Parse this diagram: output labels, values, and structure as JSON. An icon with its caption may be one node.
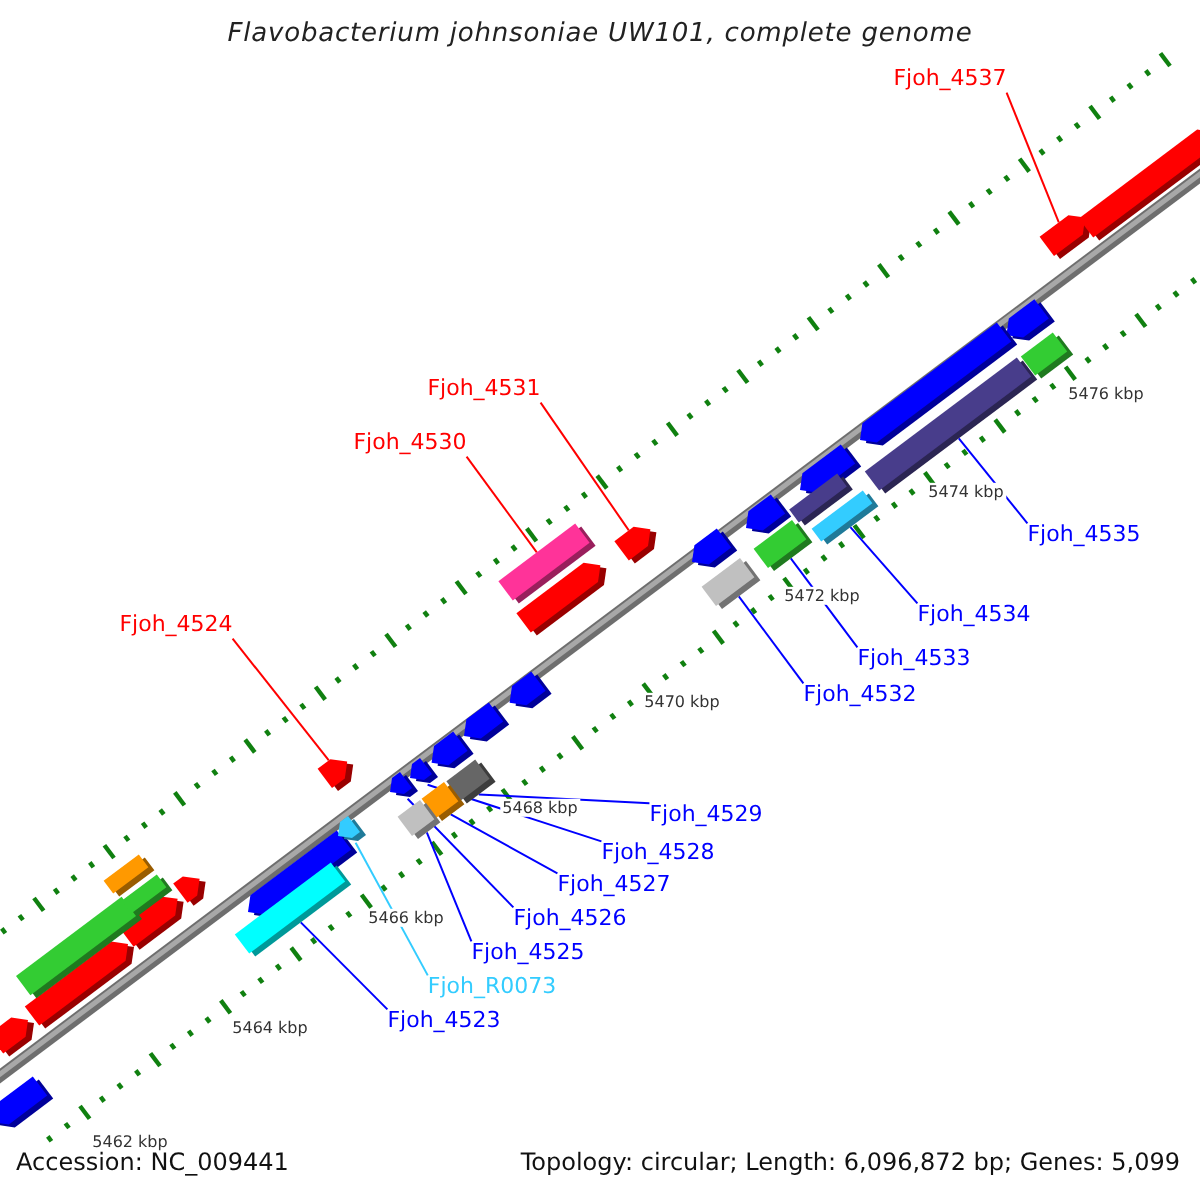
{
  "diagram": {
    "title": "Flavobacterium johnsoniae UW101, complete genome",
    "nodes": [
      {
        "text": [
          "Fjoh_4537"
        ]
      },
      {
        "text": [
          "Fjoh_4531"
        ]
      },
      {
        "text": [
          "Fjoh_4530"
        ]
      },
      {
        "text": [
          "Fjoh_4524"
        ]
      },
      {
        "text": [
          "Fjoh_4535"
        ]
      },
      {
        "text": [
          "Fjoh_4534"
        ]
      },
      {
        "text": [
          "Fjoh_4533"
        ]
      },
      {
        "text": [
          "Fjoh_4532"
        ]
      },
      {
        "text": [
          "Fjoh_4529"
        ]
      },
      {
        "text": [
          "Fjoh_4528"
        ]
      },
      {
        "text": [
          "Fjoh_4527"
        ]
      },
      {
        "text": [
          "Fjoh_4526"
        ]
      },
      {
        "text": [
          "Fjoh_4525"
        ]
      },
      {
        "text": [
          "Fjoh_R0073"
        ]
      },
      {
        "text": [
          "Fjoh_4523"
        ]
      },
      {
        "text": [],
        "shape": "bar"
      },
      {
        "text": [],
        "shape": "bar"
      },
      {
        "text": [],
        "shape": "bar"
      },
      {
        "text": [],
        "shape": "bar"
      },
      {
        "text": [],
        "shape": "bar"
      },
      {
        "text": [],
        "shape": "bar"
      },
      {
        "text": [],
        "shape": "bar"
      },
      {
        "text": [],
        "shape": "bar"
      },
      {
        "text": [],
        "shape": "bar"
      },
      {
        "text": [],
        "shape": "bar"
      },
      {
        "text": [],
        "shape": "bar"
      },
      {
        "text": [],
        "shape": "bar"
      },
      {
        "text": [],
        "shape": "bar"
      },
      {
        "text": [],
        "shape": "bar"
      },
      {
        "text": [],
        "shape": "bar"
      },
      {
        "text": [],
        "shape": "bar"
      },
      {
        "text": [],
        "shape": "bar"
      },
      {
        "text": [],
        "shape": "bar"
      },
      {
        "text": [],
        "shape": "bar"
      },
      {
        "text": [],
        "shape": "bar"
      },
      {
        "text": [],
        "shape": "bar"
      },
      {
        "text": [],
        "shape": "bar"
      },
      {
        "text": [],
        "shape": "bar"
      },
      {
        "text": [],
        "shape": "bar"
      },
      {
        "text": [],
        "shape": "bar"
      },
      {
        "text": [],
        "shape": "bar"
      },
      {
        "text": [],
        "shape": "bar"
      },
      {
        "text": [],
        "shape": "bar"
      },
      {
        "text": [],
        "shape": "bar"
      },
      {
        "text": [],
        "shape": "bar"
      },
      {
        "text": [],
        "shape": "bar"
      },
      {
        "text": [],
        "shape": "bar"
      },
      {
        "text": [],
        "shape": "bar"
      },
      {
        "text": [],
        "shape": "bar"
      },
      {
        "text": [],
        "shape": "bar"
      },
      {
        "text": [],
        "shape": "bar"
      }
    ],
    "edges": [
      {
        "from": 0,
        "to": 15,
        "arrow": "none",
        "color": "#ff0000"
      },
      {
        "from": 1,
        "to": 16,
        "arrow": "none",
        "color": "#ff0000"
      },
      {
        "from": 2,
        "to": 17,
        "arrow": "none",
        "color": "#ff0000"
      },
      {
        "from": 3,
        "to": 18,
        "arrow": "none",
        "color": "#ff0000"
      },
      {
        "from": 4,
        "to": 19,
        "arrow": "none"
      },
      {
        "from": 5,
        "to": 20,
        "arrow": "none"
      },
      {
        "from": 6,
        "to": 21,
        "arrow": "none"
      },
      {
        "from": 7,
        "to": 22,
        "arrow": "none"
      },
      {
        "from": 8,
        "to": 23,
        "arrow": "none"
      },
      {
        "from": 9,
        "to": 24,
        "arrow": "none"
      },
      {
        "from": 10,
        "to": 25,
        "arrow": "none"
      },
      {
        "from": 11,
        "to": 26,
        "arrow": "none"
      },
      {
        "from": 12,
        "to": 27,
        "arrow": "none"
      },
      {
        "from": 13,
        "to": 28,
        "arrow": "none",
        "color": "#33ccff"
      },
      {
        "from": 14,
        "to": 29,
        "arrow": "none"
      }
    ],
    "labels": [
      "5476 kbp",
      "5474 kbp",
      "5472 kbp",
      "5470 kbp",
      "5468 kbp",
      "5466 kbp",
      "5464 kbp",
      "5462 kbp",
      "Accession: NC_009441",
      "Topology: circular; Length: 6,096,872 bp; Genes: 5,099"
    ]
  }
}
